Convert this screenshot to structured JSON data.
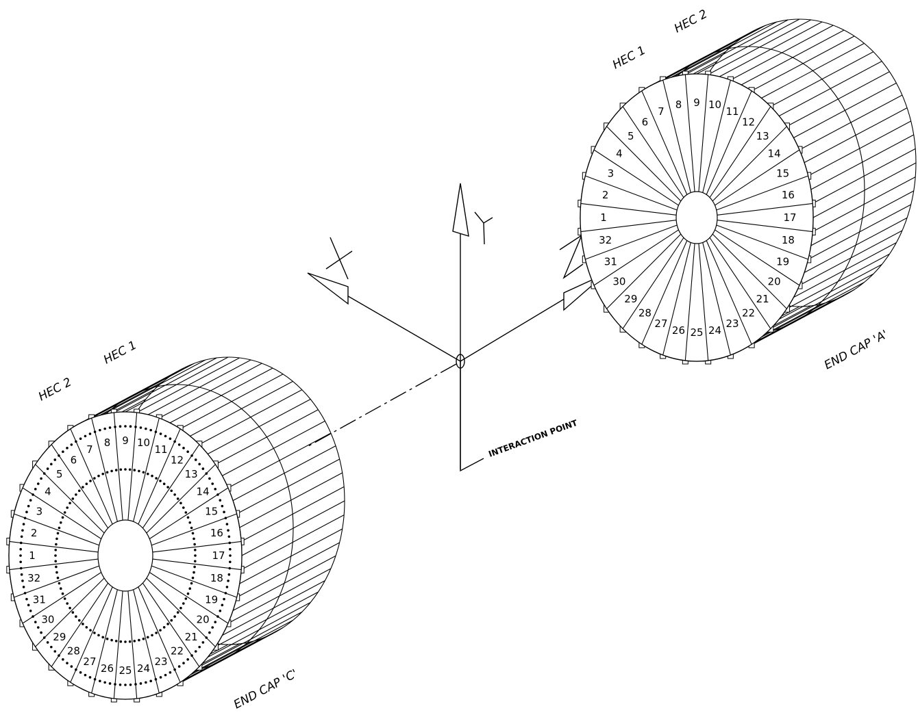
{
  "axes": {
    "x_label": "X",
    "y_label": "Y",
    "z_label": "Z",
    "origin_label": "INTERACTION POINT"
  },
  "end_cap_a": {
    "label": "END CAP 'A'",
    "hec1_label": "HEC 1",
    "hec2_label": "HEC 2",
    "module_numbers": [
      "1",
      "2",
      "3",
      "4",
      "5",
      "6",
      "7",
      "8",
      "9",
      "10",
      "11",
      "12",
      "13",
      "14",
      "15",
      "16",
      "17",
      "18",
      "19",
      "20",
      "21",
      "22",
      "23",
      "24",
      "25",
      "26",
      "27",
      "28",
      "29",
      "30",
      "31",
      "32"
    ]
  },
  "end_cap_c": {
    "label": "END CAP 'C'",
    "hec1_label": "HEC 1",
    "hec2_label": "HEC 2",
    "module_numbers": [
      "1",
      "2",
      "3",
      "4",
      "5",
      "6",
      "7",
      "8",
      "9",
      "10",
      "11",
      "12",
      "13",
      "14",
      "15",
      "16",
      "17",
      "18",
      "19",
      "20",
      "21",
      "22",
      "23",
      "24",
      "25",
      "26",
      "27",
      "28",
      "29",
      "30",
      "31",
      "32"
    ]
  },
  "colors": {
    "line": "#000000",
    "background": "#ffffff"
  }
}
